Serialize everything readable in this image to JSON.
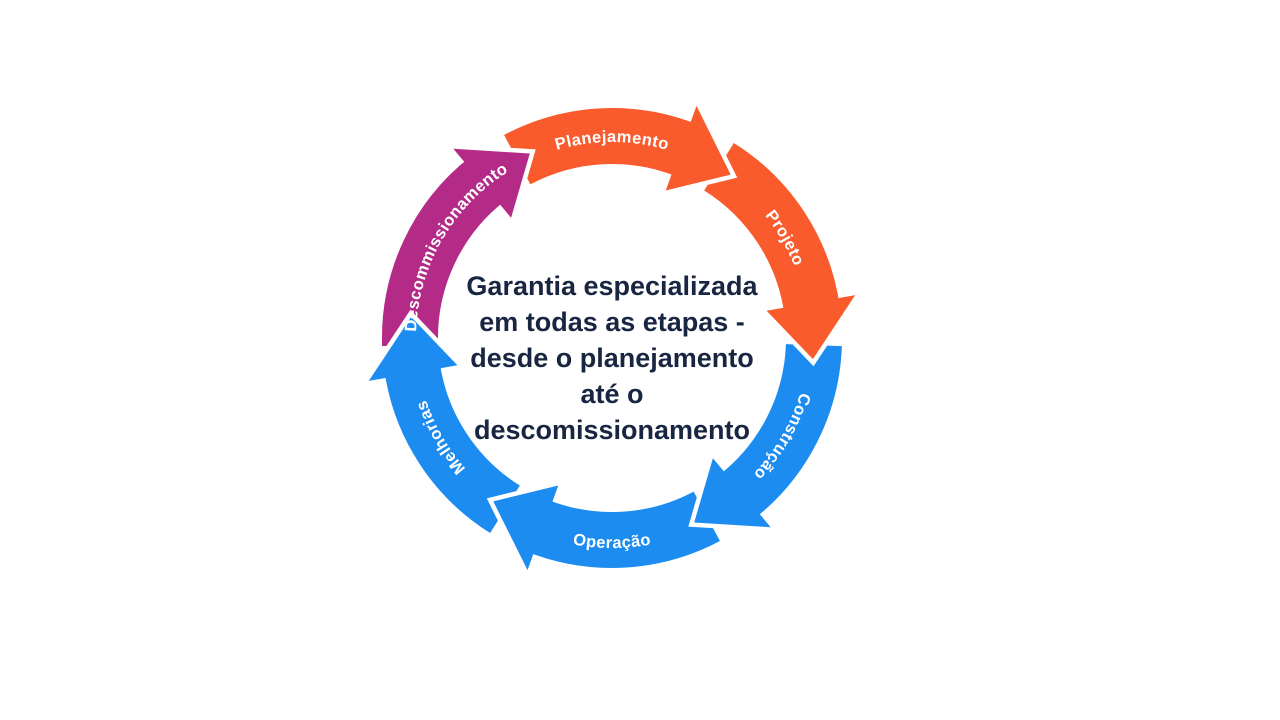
{
  "page": {
    "background": "#FFFFFF"
  },
  "diagram": {
    "type": "cycle",
    "center_text": {
      "lines": [
        "Garantia especializada",
        "em todas as etapas -",
        "desde o planejamento",
        "até o",
        "descomissionamento"
      ],
      "color": "#192642"
    },
    "label_text_color": "#FFFFFF",
    "segments": [
      {
        "id": "planejamento",
        "label": "Planejamento",
        "color": "#F95B2C"
      },
      {
        "id": "projeto",
        "label": "Projeto",
        "color": "#F95B2C"
      },
      {
        "id": "construcao",
        "label": "Construção",
        "color": "#1D8CF1"
      },
      {
        "id": "operacao",
        "label": "Operação",
        "color": "#1D8CF1"
      },
      {
        "id": "melhorias",
        "label": "Melhorias",
        "color": "#1D8CF1"
      },
      {
        "id": "descommissionamento",
        "label": "Descommissionamento",
        "color": "#B42B87"
      }
    ]
  }
}
